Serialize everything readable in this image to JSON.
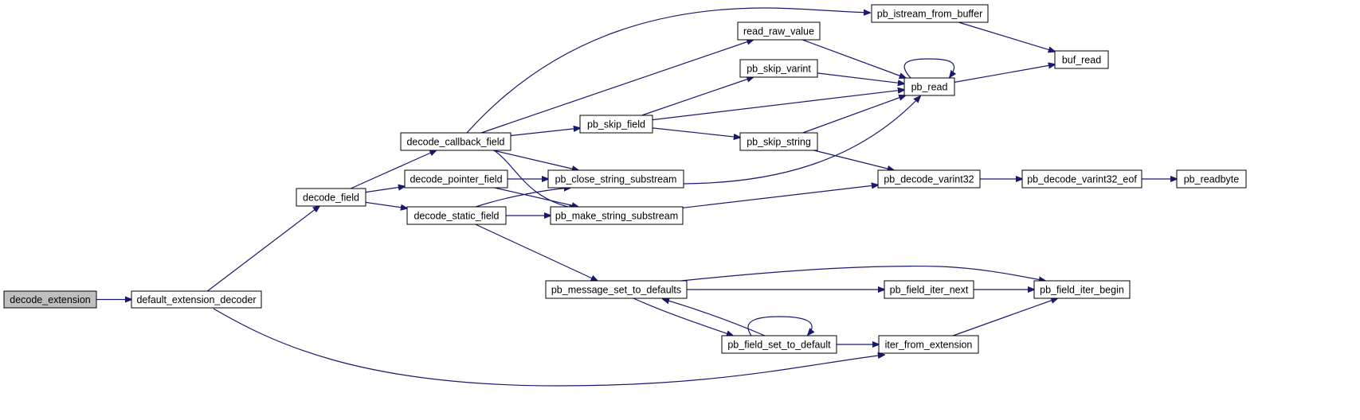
{
  "graph": {
    "colors": {
      "edge": "#191970",
      "node_fill": "#ffffff",
      "root_fill": "#bfbfbf",
      "border": "#000000",
      "background": "#ffffff"
    },
    "nodes": {
      "decode_extension": "decode_extension",
      "default_extension_decoder": "default_extension_decoder",
      "decode_field": "decode_field",
      "decode_callback_field": "decode_callback_field",
      "decode_pointer_field": "decode_pointer_field",
      "decode_static_field": "decode_static_field",
      "pb_skip_field": "pb_skip_field",
      "pb_close_string_substream": "pb_close_string_substream",
      "pb_make_string_substream": "pb_make_string_substream",
      "pb_message_set_to_defaults": "pb_message_set_to_defaults",
      "pb_field_set_to_default": "pb_field_set_to_default",
      "read_raw_value": "read_raw_value",
      "pb_skip_varint": "pb_skip_varint",
      "pb_skip_string": "pb_skip_string",
      "pb_istream_from_buffer": "pb_istream_from_buffer",
      "pb_read": "pb_read",
      "buf_read": "buf_read",
      "pb_decode_varint32": "pb_decode_varint32",
      "pb_decode_varint32_eof": "pb_decode_varint32_eof",
      "pb_readbyte": "pb_readbyte",
      "pb_field_iter_next": "pb_field_iter_next",
      "pb_field_iter_begin": "pb_field_iter_begin",
      "iter_from_extension": "iter_from_extension"
    },
    "root": "decode_extension",
    "edges": [
      [
        "decode_extension",
        "default_extension_decoder"
      ],
      [
        "default_extension_decoder",
        "decode_field"
      ],
      [
        "default_extension_decoder",
        "iter_from_extension"
      ],
      [
        "decode_field",
        "decode_callback_field"
      ],
      [
        "decode_field",
        "decode_pointer_field"
      ],
      [
        "decode_field",
        "decode_static_field"
      ],
      [
        "decode_callback_field",
        "pb_istream_from_buffer"
      ],
      [
        "decode_callback_field",
        "read_raw_value"
      ],
      [
        "decode_callback_field",
        "pb_skip_field"
      ],
      [
        "decode_callback_field",
        "pb_close_string_substream"
      ],
      [
        "decode_callback_field",
        "pb_make_string_substream"
      ],
      [
        "decode_pointer_field",
        "pb_close_string_substream"
      ],
      [
        "decode_pointer_field",
        "pb_make_string_substream"
      ],
      [
        "decode_static_field",
        "pb_close_string_substream"
      ],
      [
        "decode_static_field",
        "pb_make_string_substream"
      ],
      [
        "decode_static_field",
        "pb_message_set_to_defaults"
      ],
      [
        "pb_istream_from_buffer",
        "buf_read"
      ],
      [
        "read_raw_value",
        "pb_read"
      ],
      [
        "pb_skip_varint",
        "pb_read"
      ],
      [
        "pb_skip_field",
        "pb_skip_varint"
      ],
      [
        "pb_skip_field",
        "pb_read"
      ],
      [
        "pb_skip_field",
        "pb_skip_string"
      ],
      [
        "pb_skip_string",
        "pb_read"
      ],
      [
        "pb_skip_string",
        "pb_decode_varint32"
      ],
      [
        "pb_read",
        "pb_read"
      ],
      [
        "pb_read",
        "buf_read"
      ],
      [
        "pb_close_string_substream",
        "pb_read"
      ],
      [
        "pb_make_string_substream",
        "pb_decode_varint32"
      ],
      [
        "pb_decode_varint32",
        "pb_decode_varint32_eof"
      ],
      [
        "pb_decode_varint32_eof",
        "pb_readbyte"
      ],
      [
        "pb_message_set_to_defaults",
        "pb_field_iter_begin"
      ],
      [
        "pb_message_set_to_defaults",
        "pb_field_iter_next"
      ],
      [
        "pb_message_set_to_defaults",
        "pb_field_set_to_default"
      ],
      [
        "pb_field_set_to_default",
        "pb_message_set_to_defaults"
      ],
      [
        "pb_field_set_to_default",
        "pb_field_set_to_default"
      ],
      [
        "pb_field_set_to_default",
        "iter_from_extension"
      ],
      [
        "pb_field_iter_next",
        "pb_field_iter_begin"
      ],
      [
        "iter_from_extension",
        "pb_field_iter_begin"
      ]
    ]
  }
}
